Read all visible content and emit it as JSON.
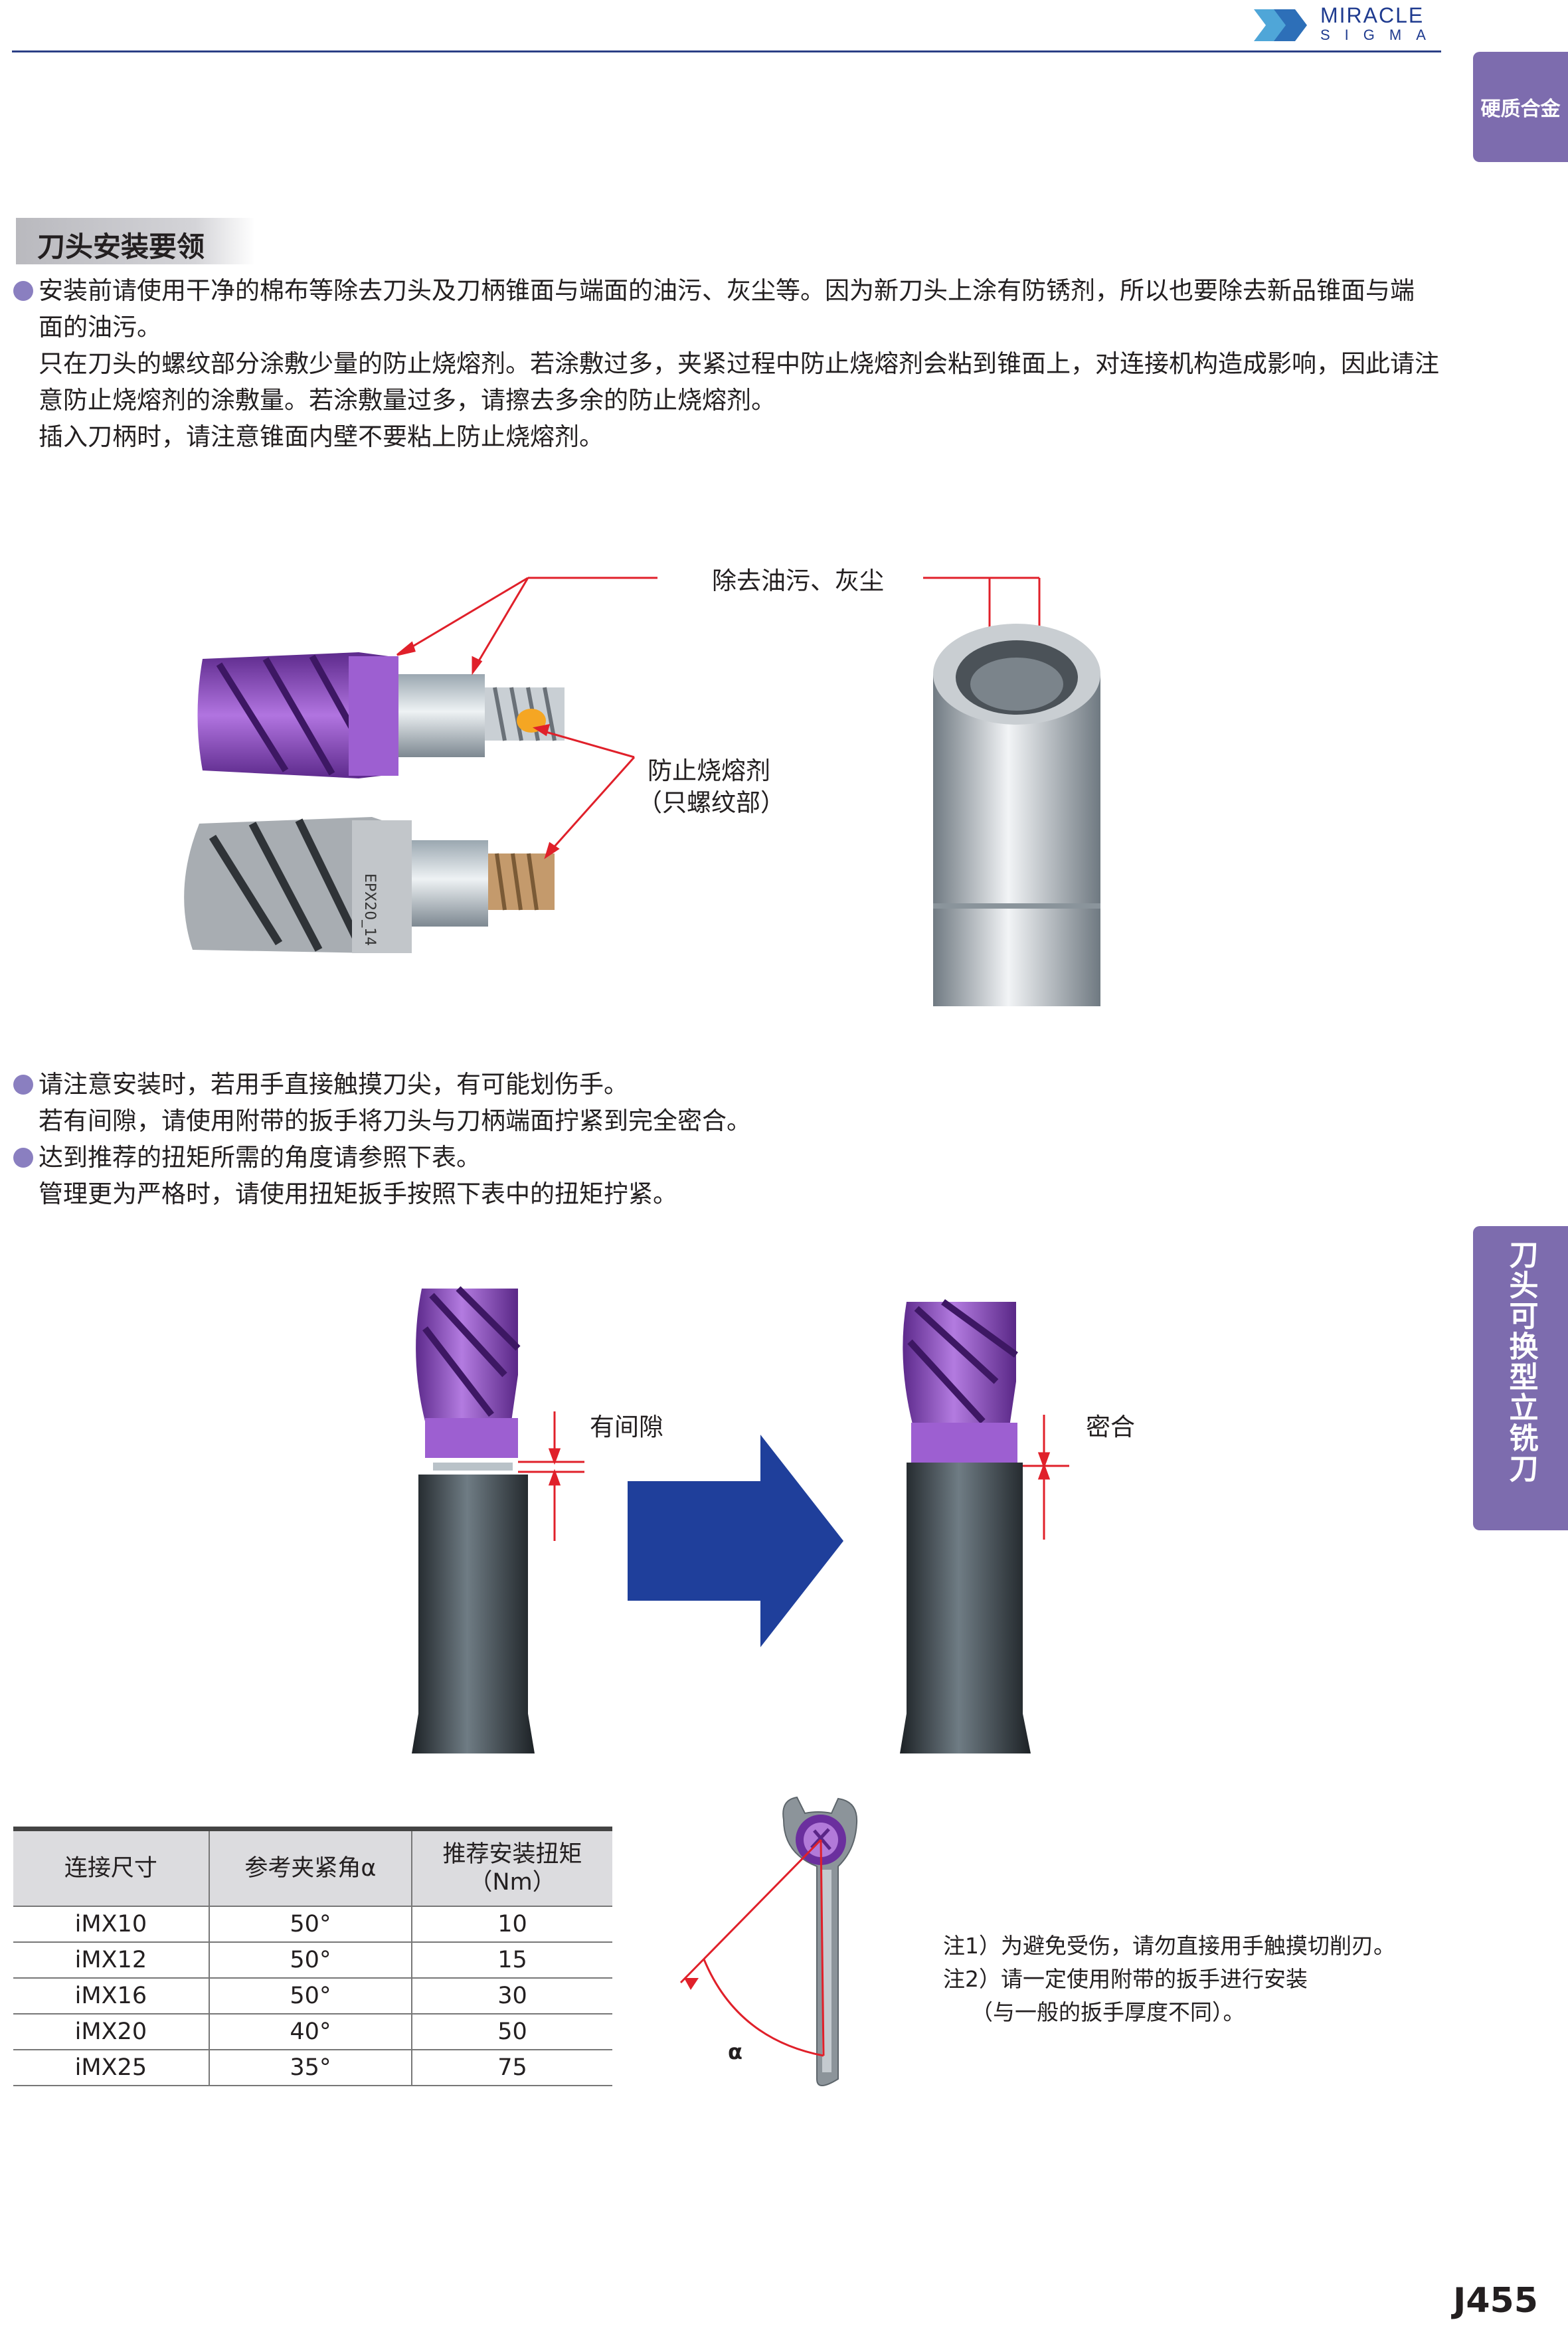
{
  "brand": {
    "line1": "MIRACLE",
    "line2": "SIGMA"
  },
  "tabs": {
    "top": "硬质合金",
    "side": "刀头可换型立铣刀"
  },
  "section_title": "刀头安装要领",
  "para1": [
    "安装前请使用干净的棉布等除去刀头及刀柄锥面与端面的油污、灰尘等。因为新刀头上涂有防锈剂，所以也要除去新品锥面与端",
    "面的油污。",
    "只在刀头的螺纹部分涂敷少量的防止烧熔剂。若涂敷过多，夹紧过程中防止烧熔剂会粘到锥面上，对连接机构造成影响，因此请注",
    "意防止烧熔剂的涂敷量。若涂敷量过多，请擦去多余的防止烧熔剂。",
    "插入刀柄时，请注意锥面内壁不要粘上防止烧熔剂。"
  ],
  "figure1": {
    "label_clean": "除去油污、灰尘",
    "label_antiseize_1": "防止烧熔剂",
    "label_antiseize_2": "（只螺纹部）",
    "head_marking": "EPX20_14"
  },
  "para2": [
    "请注意安装时，若用手直接触摸刀尖，有可能划伤手。",
    "若有间隙，请使用附带的扳手将刀头与刀柄端面拧紧到完全密合。",
    "达到推荐的扭矩所需的角度请参照下表。",
    "管理更为严格时，请使用扭矩扳手按照下表中的扭矩拧紧。"
  ],
  "figure2": {
    "label_gap": "有间隙",
    "label_tight": "密合"
  },
  "table": {
    "headers": [
      "连接尺寸",
      "参考夹紧角α",
      "推荐安装扭矩",
      "（Nm）"
    ],
    "rows": [
      [
        "iMX10",
        "50°",
        "10"
      ],
      [
        "iMX12",
        "50°",
        "15"
      ],
      [
        "iMX16",
        "50°",
        "30"
      ],
      [
        "iMX20",
        "40°",
        "50"
      ],
      [
        "iMX25",
        "35°",
        "75"
      ]
    ]
  },
  "figure3": {
    "alpha": "α"
  },
  "notes": [
    "注1）为避免受伤，请勿直接用手触摸切削刃。",
    "注2）请一定使用附带的扳手进行安装",
    "（与一般的扳手厚度不同）。"
  ],
  "page_number": "J455",
  "colors": {
    "purple": "#8a4fbf",
    "tab": "#7d6cae",
    "navy": "#2b3f86",
    "arrow_blue": "#1f3f9b",
    "red": "#e0202a"
  }
}
